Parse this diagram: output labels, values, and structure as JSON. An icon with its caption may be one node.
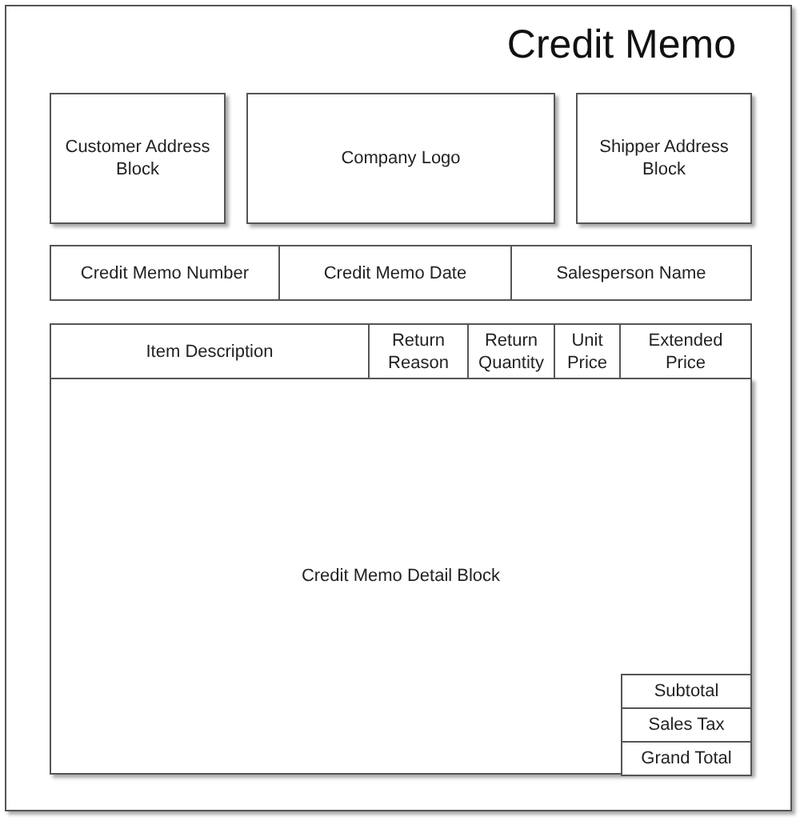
{
  "diagram": {
    "nodes": [
      {
        "text": [
          "Credit Memo"
        ]
      },
      {
        "text": [
          "Customer Address Block"
        ],
        "in": 0
      },
      {
        "text": [
          "Company Logo"
        ],
        "in": 0
      },
      {
        "text": [
          "Shipper Address Block"
        ],
        "in": 0
      },
      {
        "text": [
          "Credit Memo Number"
        ],
        "in": 0
      },
      {
        "text": [
          "Credit Memo Date"
        ],
        "in": 0
      },
      {
        "text": [
          "Salesperson Name"
        ],
        "in": 0
      },
      {
        "text": [
          "Item Description"
        ],
        "in": 0
      },
      {
        "text": [
          "Return Reason"
        ],
        "in": 0
      },
      {
        "text": [
          "Return Quantity"
        ],
        "in": 0
      },
      {
        "text": [
          "Unit Price"
        ],
        "in": 0
      },
      {
        "text": [
          "Extended Price"
        ],
        "in": 0
      },
      {
        "text": [
          "Credit Memo Detail Block"
        ],
        "in": 0
      },
      {
        "text": [
          "Subtotal"
        ],
        "in": 12
      },
      {
        "text": [
          "Sales Tax"
        ],
        "in": 12
      },
      {
        "text": [
          "Grand Total"
        ],
        "in": 12
      }
    ]
  }
}
